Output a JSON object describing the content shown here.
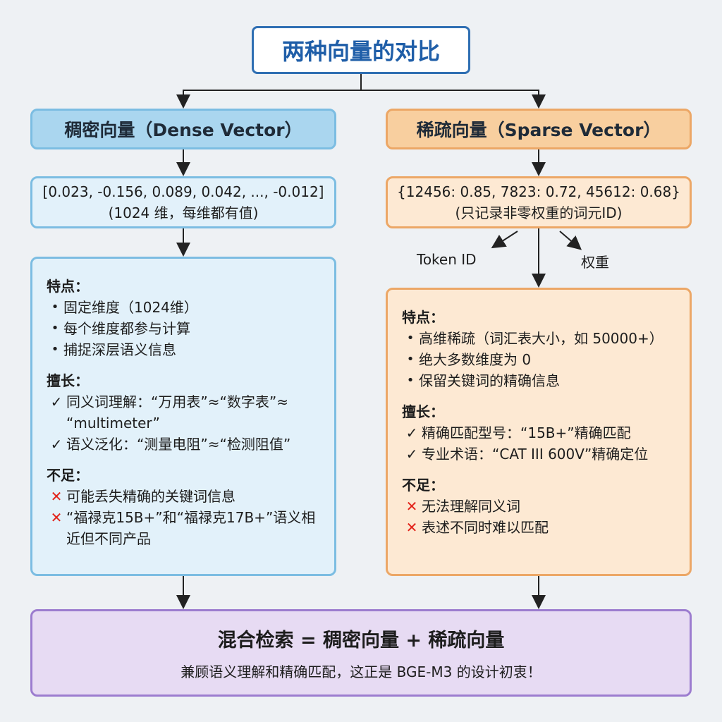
{
  "title": "两种向量的对比",
  "dense": {
    "heading": "稠密向量（Dense Vector）",
    "vector_line": "[0.023, -0.156, 0.089, 0.042, ..., -0.012]",
    "vector_note": "(1024 维，每维都有值)",
    "features_title": "特点：",
    "features": [
      "固定维度（1024维）",
      "每个维度都参与计算",
      "捕捉深层语义信息"
    ],
    "strengths_title": "擅长：",
    "strengths": [
      "同义词理解：“万用表”≈“数字表”≈ “multimeter”",
      "语义泛化：“测量电阻”≈“检测阻值”"
    ],
    "weaknesses_title": "不足：",
    "weaknesses": [
      "可能丢失精确的关键词信息",
      "“福禄克15B+”和“福禄克17B+”语义相近但不同产品"
    ]
  },
  "sparse": {
    "heading": "稀疏向量（Sparse Vector）",
    "vector_line": "{12456: 0.85, 7823: 0.72, 45612: 0.68}",
    "vector_note": "(只记录非零权重的词元ID)",
    "label_token": "Token ID",
    "label_weight": "权重",
    "features_title": "特点：",
    "features": [
      "高维稀疏（词汇表大小，如 50000+）",
      "绝大多数维度为 0",
      "保留关键词的精确信息"
    ],
    "strengths_title": "擅长：",
    "strengths": [
      "精确匹配型号：“15B+”精确匹配",
      "专业术语：“CAT III 600V”精确定位"
    ],
    "weaknesses_title": "不足：",
    "weaknesses": [
      "无法理解同义词",
      "表述不同时难以匹配"
    ]
  },
  "hybrid": {
    "title": "混合检索 = 稠密向量 + 稀疏向量",
    "subtitle": "兼顾语义理解和精确匹配，这正是 BGE-M3 的设计初衷！"
  },
  "colors": {
    "dense_fill": "#e2f1fa",
    "dense_border": "#7cbde2",
    "sparse_fill": "#fde9d3",
    "sparse_border": "#eca766",
    "hybrid_fill": "#e7dbf3",
    "hybrid_border": "#9c7ccf",
    "title_blue": "#1f5ea8",
    "cross_red": "#e2231a"
  },
  "icons": {
    "bullet": "•",
    "check": "✓",
    "cross": "✕"
  }
}
